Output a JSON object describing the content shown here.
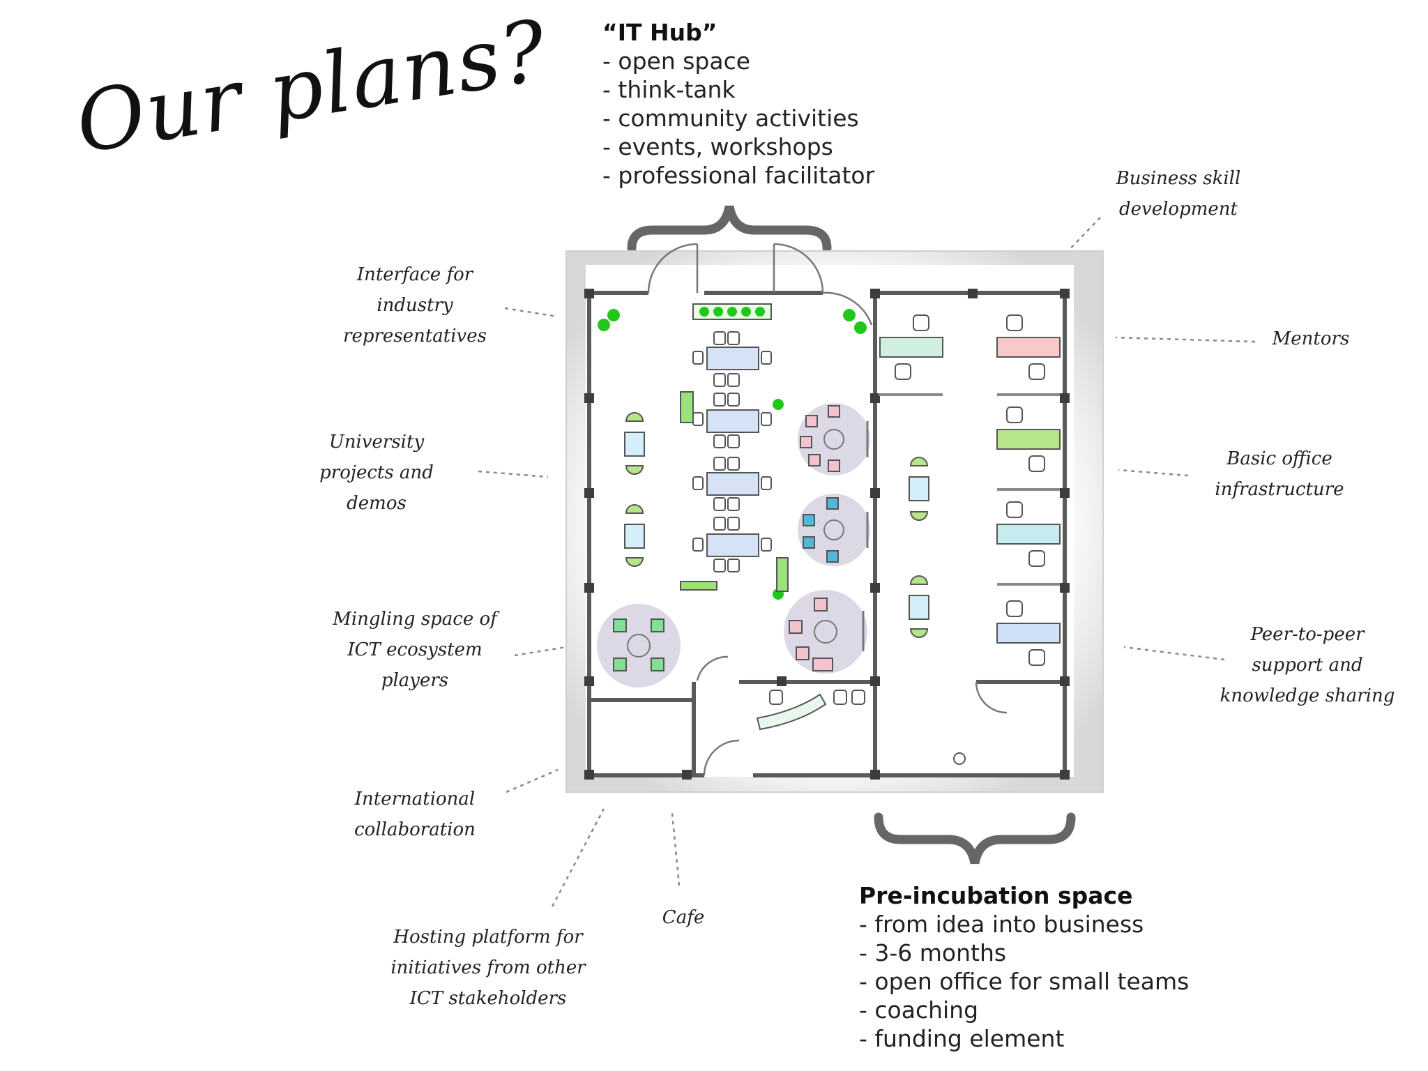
{
  "title": "Our plans?",
  "it_hub": {
    "heading": "“IT Hub”",
    "items": [
      "- open space",
      "- think-tank",
      "- community activities",
      "- events, workshops",
      "- professional facilitator"
    ]
  },
  "pre_incubation": {
    "heading": "Pre-incubation space",
    "items": [
      "- from idea into business",
      "- 3-6 months",
      "- open office for small teams",
      "- coaching",
      "- funding element"
    ]
  },
  "annotations": {
    "interface": [
      "Interface for",
      "industry",
      "representatives"
    ],
    "university": [
      "University",
      "projects and",
      "demos"
    ],
    "mingling": [
      "Mingling space of",
      "ICT ecosystem",
      "players"
    ],
    "international": [
      "International",
      "collaboration"
    ],
    "hosting": [
      "Hosting platform for",
      "initiatives from other",
      "ICT stakeholders"
    ],
    "cafe": [
      "Cafe"
    ],
    "business": [
      "Business skill",
      "development"
    ],
    "mentors": [
      "Mentors"
    ],
    "basic": [
      "Basic office",
      "infrastructure"
    ],
    "peer": [
      "Peer-to-peer",
      "support and",
      "knowledge sharing"
    ]
  },
  "colors": {
    "wall": "#5a5a5a",
    "plant": "#22c71c",
    "desk_blue": "#cfe7f7",
    "desk_green": "#b7e58a",
    "desk_pink": "#f7c9c9",
    "round_table": "#ddd8e6"
  }
}
